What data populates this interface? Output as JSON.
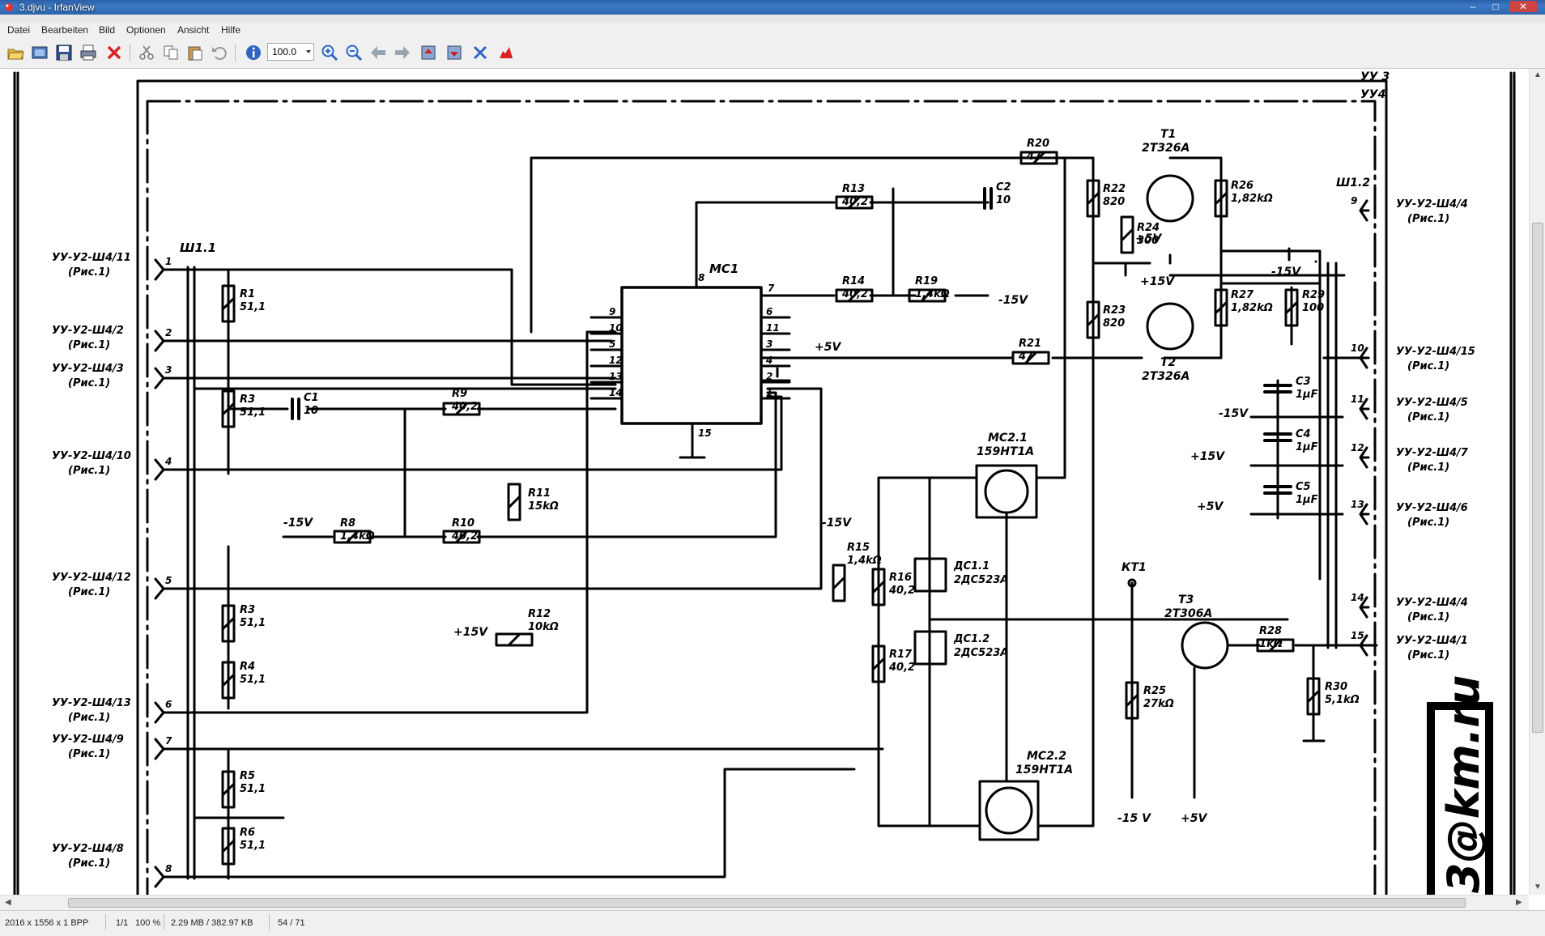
{
  "window": {
    "title": "3.djvu - IrfanView"
  },
  "menu": [
    "Datei",
    "Bearbeiten",
    "Bild",
    "Optionen",
    "Ansicht",
    "Hilfe"
  ],
  "toolbar": {
    "zoom_value": "100.0"
  },
  "schematic": {
    "block_labels": [
      "УУ 3",
      "УУ4"
    ],
    "connectors": [
      "Ш1.1",
      "Ш1.2"
    ],
    "left_ports": [
      [
        "УУ-У2-Ш4/11",
        "(Рис.1)"
      ],
      [
        "УУ-У2-Ш4/2",
        "(Рис.1)"
      ],
      [
        "УУ-У2-Ш4/3",
        "(Рис.1)"
      ],
      [
        "УУ-У2-Ш4/10",
        "(Рис.1)"
      ],
      [
        "УУ-У2-Ш4/12",
        "(Рис.1)"
      ],
      [
        "УУ-У2-Ш4/13",
        "(Рис.1)"
      ],
      [
        "УУ-У2-Ш4/9",
        "(Рис.1)"
      ],
      [
        "УУ-У2-Ш4/8",
        "(Рис.1)"
      ]
    ],
    "pin_numbers_left": [
      "1",
      "2",
      "3",
      "4",
      "5",
      "6",
      "7",
      "8"
    ],
    "right_ports": [
      [
        "УУ-У2-Ш4/4",
        "(Рис.1)"
      ],
      [
        "УУ-У2-Ш4/15",
        "(Рис.1)"
      ],
      [
        "УУ-У2-Ш4/5",
        "(Рис.1)"
      ],
      [
        "УУ-У2-Ш4/7",
        "(Рис.1)"
      ],
      [
        "УУ-У2-Ш4/6",
        "(Рис.1)"
      ],
      [
        "УУ-У2-Ш4/4",
        "(Рис.1)"
      ],
      [
        "УУ-У2-Ш4/1",
        "(Рис.1)"
      ]
    ],
    "pin_numbers_right": [
      "9",
      "10",
      "11",
      "12",
      "13",
      "14",
      "15"
    ],
    "resistors": [
      [
        "R1",
        "51,1"
      ],
      [
        "R3",
        "51,1"
      ],
      [
        "R3",
        "51,1"
      ],
      [
        "R4",
        "51,1"
      ],
      [
        "R5",
        "51,1"
      ],
      [
        "R6",
        "51,1"
      ],
      [
        "R8",
        "1,4kΩ"
      ],
      [
        "R9",
        "40,2"
      ],
      [
        "R10",
        "40,2"
      ],
      [
        "R11",
        "15kΩ"
      ],
      [
        "R12",
        "10kΩ"
      ],
      [
        "R13",
        "40,2"
      ],
      [
        "R14",
        "40,2"
      ],
      [
        "R19",
        "1,4kΩ"
      ],
      [
        "R20",
        "47"
      ],
      [
        "R21",
        "47"
      ],
      [
        "R22",
        "820"
      ],
      [
        "R23",
        "820"
      ],
      [
        "R24",
        "300"
      ],
      [
        "R25",
        "27kΩ"
      ],
      [
        "R26",
        "1,82kΩ"
      ],
      [
        "R27",
        "1,82kΩ"
      ],
      [
        "R28",
        "1kΩ"
      ],
      [
        "R29",
        "100"
      ],
      [
        "R30",
        "5,1kΩ"
      ],
      [
        "R15",
        "1,4kΩ"
      ],
      [
        "R16",
        "40,2"
      ],
      [
        "R17",
        "40,2"
      ]
    ],
    "capacitors": [
      [
        "C1",
        "10"
      ],
      [
        "C2",
        "10"
      ],
      [
        "C3",
        "1μF"
      ],
      [
        "C4",
        "1μF"
      ],
      [
        "C5",
        "1μF"
      ]
    ],
    "ic_label": "MC1",
    "ic_pins_left": [
      "9",
      "10",
      "5",
      "12",
      "13",
      "14"
    ],
    "ic_pins_right": [
      "6",
      "11",
      "3",
      "4",
      "2",
      "1"
    ],
    "ic_pins_other": [
      "7",
      "8",
      "15"
    ],
    "transistors": [
      [
        "T1",
        "2T326A"
      ],
      [
        "T2",
        "2T326A"
      ],
      [
        "T3",
        "2T306A"
      ]
    ],
    "ics": [
      [
        "MC2.1",
        "159НТ1А"
      ],
      [
        "MC2.2",
        "159НТ1А"
      ]
    ],
    "diodes": [
      [
        "ДС1.1",
        "2ДС523А"
      ],
      [
        "ДС1.2",
        "2ДС523А"
      ]
    ],
    "test_point": "КТ1",
    "supply_labels": [
      "-15V",
      "+15V",
      "+5V",
      "-15V",
      "+5V",
      "-15V",
      "+15V",
      "+5V",
      "-15V",
      "+15V",
      "-15V",
      "-15 V",
      "+5V"
    ],
    "watermark": "3@km.ru"
  },
  "status": {
    "image_info": "2016 x 1556 x 1 BPP",
    "page": "1/1",
    "zoom": "100 %",
    "size": "2.29 MB / 382.97 KB",
    "page_count": "54 / 71"
  },
  "colors": {
    "title_bar": "#2a5fa8",
    "chrome": "#f0f0f0"
  }
}
